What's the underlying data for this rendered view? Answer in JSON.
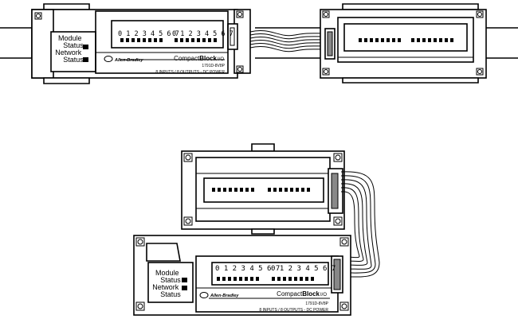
{
  "views": [
    {
      "id": "top",
      "labels": {
        "module_status": "Module\nStatus",
        "network_status": "Network\nStatus",
        "channels_group1": "0 1 2 3 4 5 6 7",
        "channels_group2": "0 1 2 3 4 5 6 7",
        "brand": "Allen-Bradley",
        "product_prefix": "Compact",
        "product_bold": "Block",
        "product_suffix": "I/O",
        "catalog": "1791D-8V8P",
        "description": "8 INPUTS / 8 OUTPUTS - DC POWER"
      }
    },
    {
      "id": "bottom",
      "labels": {
        "module_status": "Module\nStatus",
        "network_status": "Network\nStatus",
        "channels_group1": "0 1 2 3 4 5 6 7",
        "channels_group2": "0 1 2 3 4 5 6 7",
        "brand": "Allen-Bradley",
        "product_prefix": "Compact",
        "product_bold": "Block",
        "product_suffix": "I/O",
        "catalog": "1791D-8V8P",
        "description": "8 INPUTS / 8 OUTPUTS - DC POWER"
      }
    }
  ],
  "colors": {
    "line": "#000000",
    "background": "#ffffff",
    "led": "#000000"
  }
}
